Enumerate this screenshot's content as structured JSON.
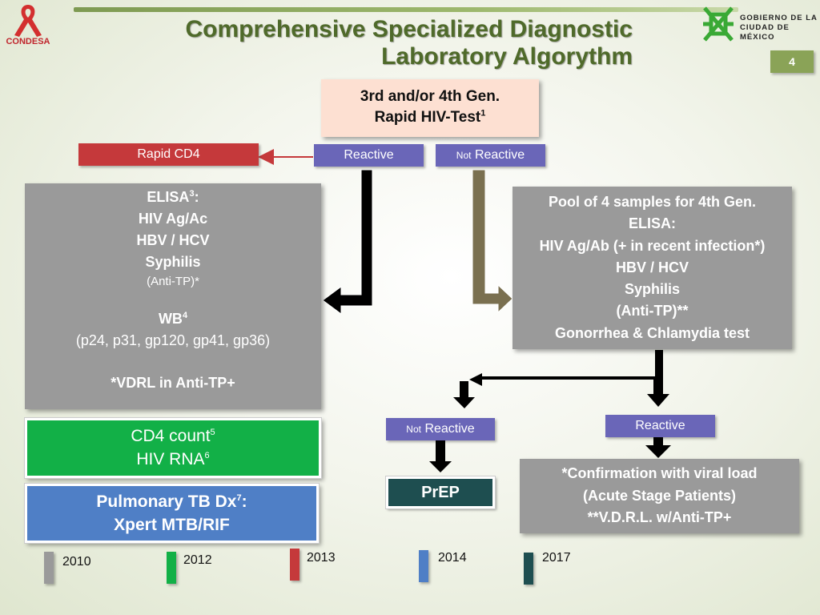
{
  "header": {
    "title_line1": "Comprehensive Specialized Diagnostic",
    "title_line2": "Laboratory Algorythm",
    "slide_number": "4",
    "logo_left_text": "CONDESA",
    "logo_right_line1": "GOBIERNO DE LA",
    "logo_right_line2": "CIUDAD DE MÉXICO"
  },
  "diagram": {
    "start": {
      "line1": "3rd and/or 4th Gen.",
      "line2": "Rapid HIV-Test",
      "sup": "1"
    },
    "rapid_cd4": "Rapid CD4",
    "reactive_1": "Reactive",
    "not_reactive_1": {
      "prefix": "Not",
      "main": "Reactive"
    },
    "elisa_box": {
      "l1": "ELISA",
      "l1_sup": "3",
      "l1_suffix": ":",
      "l2": "HIV Ag/Ac",
      "l3": "HBV / HCV",
      "l4": "Syphilis",
      "l5": "(Anti-TP)*",
      "l6": "WB",
      "l6_sup": "4",
      "l7": "(p24, p31, gp120, gp41, gp36)",
      "l8": "*VDRL in Anti-TP+"
    },
    "pool_box": {
      "l1": "Pool of 4 samples for 4th Gen.",
      "l2": "ELISA:",
      "l3": "HIV Ag/Ab (+ in recent infection*)",
      "l4": "HBV / HCV",
      "l5": "Syphilis",
      "l6": "(Anti-TP)**",
      "l7": "Gonorrhea & Chlamydia test"
    },
    "cd4_box": {
      "l1": "CD4 count",
      "l1_sup": "5",
      "l2": "HIV RNA",
      "l2_sup": "6"
    },
    "tb_box": {
      "l1": "Pulmonary TB Dx",
      "l1_sup": "7",
      "l1_suffix": ":",
      "l2": "Xpert MTB/RIF"
    },
    "not_reactive_2": {
      "prefix": "Not",
      "main": "Reactive"
    },
    "reactive_2": "Reactive",
    "prep": "PrEP",
    "confirm_box": {
      "l1": "*Confirmation with viral load",
      "l2": "(Acute Stage Patients)",
      "l3": "**V.D.R.L. w/Anti-TP+"
    }
  },
  "legend": [
    {
      "year": "2010",
      "color": "#9a9a9a"
    },
    {
      "year": "2012",
      "color": "#12b047"
    },
    {
      "year": "2013",
      "color": "#c5393b"
    },
    {
      "year": "2014",
      "color": "#4f7fc6"
    },
    {
      "year": "2017",
      "color": "#1e4e50"
    }
  ],
  "colors": {
    "title": "#4f6a2a",
    "accent": "#8aa357",
    "reactive_pill": "#6a66b8",
    "rapid_cd4": "#c5393b",
    "arrow_black": "#000000",
    "arrow_olive": "#7a7050"
  }
}
